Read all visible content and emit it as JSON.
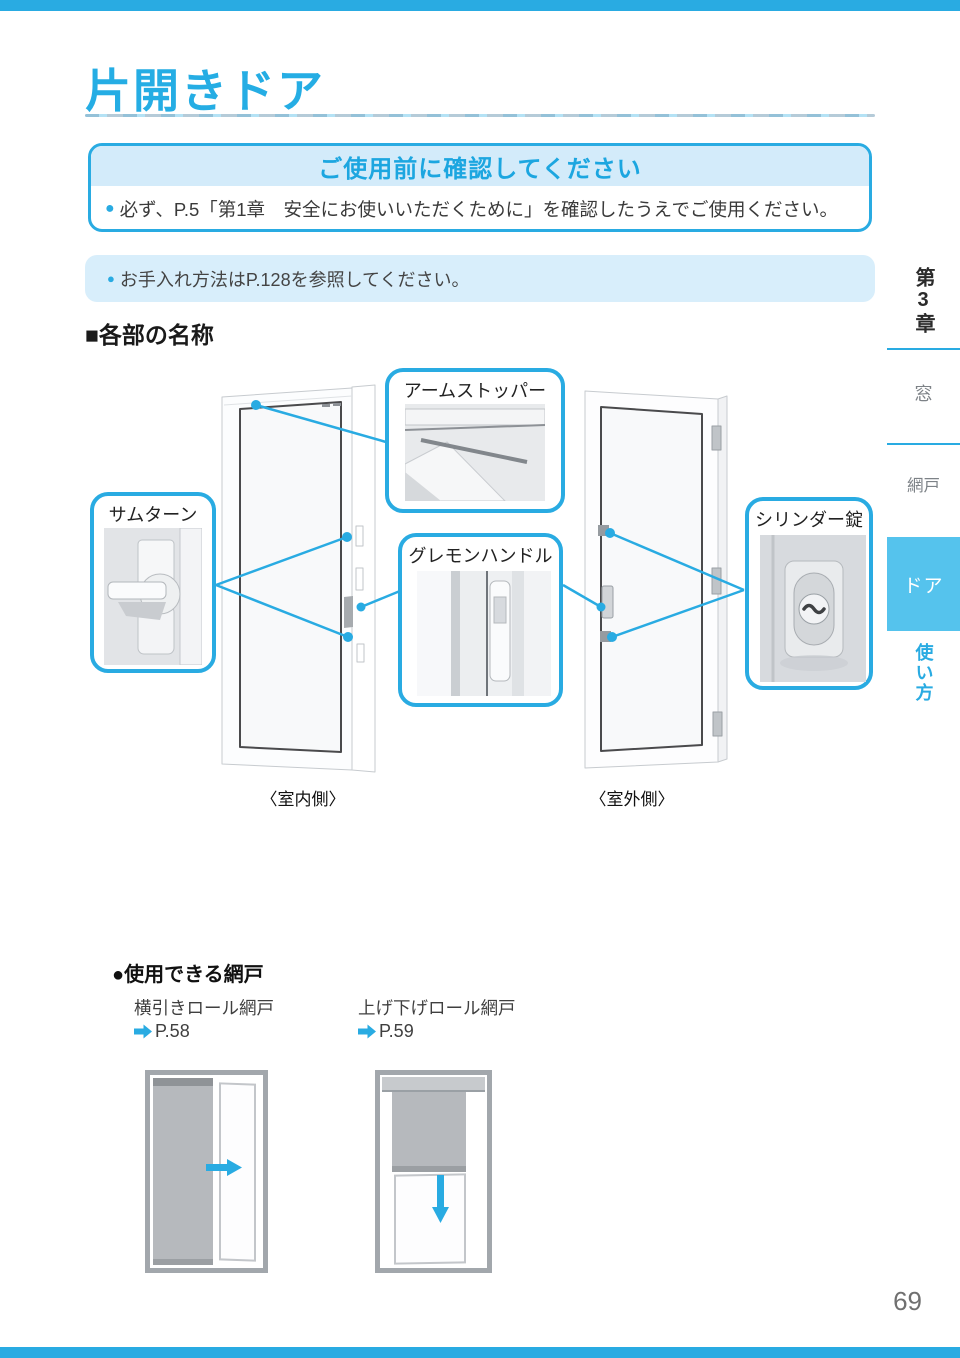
{
  "colors": {
    "accent": "#29abe2",
    "active_tab_bg": "#55c3ed",
    "box_header_bg": "#d3ebfa",
    "note_bg": "#d8eefb"
  },
  "page": {
    "title": "片開きドア",
    "page_number": "69"
  },
  "confirm_box": {
    "bullet": "●",
    "title": "ご使用前に確認してください",
    "text": "必ず、P.5「第1章　安全にお使いいただくために」を確認したうえでご使用ください。"
  },
  "note_box": {
    "bullet": "●",
    "text": "お手入れ方法はP.128を参照してください。"
  },
  "parts_section": {
    "heading": "■各部の名称",
    "callouts": [
      {
        "label": "アームストッパー",
        "icon": "arm-stopper-photo"
      },
      {
        "label": "サムターン",
        "icon": "thumb-turn-photo"
      },
      {
        "label": "グレモンハンドル",
        "icon": "cremone-handle-photo"
      },
      {
        "label": "シリンダー錠",
        "icon": "cylinder-lock-photo"
      }
    ],
    "door_labels": [
      {
        "label": "〈室内側〉"
      },
      {
        "label": "〈室外側〉"
      }
    ]
  },
  "sidebar": {
    "chapter": "第3章",
    "items": [
      {
        "label": "窓",
        "active": false
      },
      {
        "label": "網戸",
        "active": false
      },
      {
        "label": "ドア",
        "active": true
      },
      {
        "label": "使い方",
        "active": false
      }
    ]
  },
  "screens_section": {
    "heading": "●使用できる網戸",
    "items": [
      {
        "name": "横引きロール網戸",
        "page_ref": "P.58",
        "icon": "right-arrow"
      },
      {
        "name": "上げ下げロール網戸",
        "page_ref": "P.59",
        "icon": "down-arrow"
      }
    ]
  }
}
